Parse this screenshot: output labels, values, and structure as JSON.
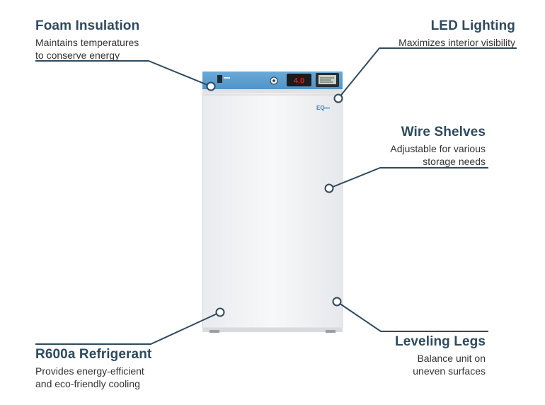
{
  "callouts": {
    "foam": {
      "title": "Foam Insulation",
      "lines": [
        "Maintains temperatures",
        "to conserve energy"
      ]
    },
    "led": {
      "title": "LED Lighting",
      "lines": [
        "Maximizes interior visibility"
      ]
    },
    "shelves": {
      "title": "Wire Shelves",
      "lines": [
        "Adjustable for various",
        "storage needs"
      ]
    },
    "refrigerant": {
      "title": "R600a Refrigerant",
      "lines": [
        "Provides energy-efficient",
        "and eco-friendly cooling"
      ]
    },
    "legs": {
      "title": "Leveling Legs",
      "lines": [
        "Balance unit on",
        "uneven surfaces"
      ]
    }
  },
  "fridge": {
    "logo": "EQ",
    "display_reading": "4.0",
    "colors": {
      "panel": "#5b9fd1",
      "body": "#f2f3f5",
      "line": "#2f4a5e",
      "display": "#1c1c1c",
      "led": "#e21b1b"
    }
  }
}
